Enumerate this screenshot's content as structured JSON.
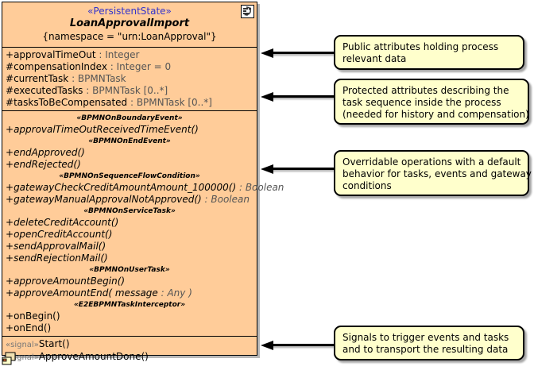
{
  "uml_class": {
    "stereotype": "«PersistentState»",
    "name": "LoanApprovalImport",
    "tagged_value": "{namespace = \"urn:LoanApproval\"}",
    "header_icon": "persistent-state-icon",
    "corner_icon": "component-icon",
    "fill_color": "#FFCC99",
    "border_color": "#000000",
    "attributes": [
      {
        "visibility": "+",
        "name": "approvalTimeOut",
        "type": " : Integer"
      },
      {
        "visibility": "#",
        "name": "compensationIndex",
        "type": " : Integer = 0"
      },
      {
        "visibility": "#",
        "name": "currentTask",
        "type": " : BPMNTask"
      },
      {
        "visibility": "#",
        "name": "executedTasks",
        "type": " : BPMNTask [0..*]"
      },
      {
        "visibility": "#",
        "name": "tasksToBeCompensated",
        "type": " : BPMNTask [0..*]"
      }
    ],
    "operation_groups": [
      {
        "stereotype": "«BPMNOnBoundaryEvent»",
        "operations": [
          {
            "visibility": "+",
            "name": "approvalTimeOutReceivedTimeEvent()",
            "type": "",
            "italic": true
          }
        ]
      },
      {
        "stereotype": "«BPMNOnEndEvent»",
        "operations": [
          {
            "visibility": "+",
            "name": "endApproved()",
            "type": "",
            "italic": true
          },
          {
            "visibility": "+",
            "name": "endRejected()",
            "type": "",
            "italic": true
          }
        ]
      },
      {
        "stereotype": "«BPMNOnSequenceFlowCondition»",
        "operations": [
          {
            "visibility": "+",
            "name": "gatewayCheckCreditAmountAmount_100000()",
            "type": " : Boolean",
            "italic": true
          },
          {
            "visibility": "+",
            "name": "gatewayManualApprovalNotApproved()",
            "type": " : Boolean",
            "italic": true
          }
        ]
      },
      {
        "stereotype": "«BPMNOnServiceTask»",
        "operations": [
          {
            "visibility": "+",
            "name": "deleteCreditAccount()",
            "type": "",
            "italic": true
          },
          {
            "visibility": "+",
            "name": "openCreditAccount()",
            "type": "",
            "italic": true
          },
          {
            "visibility": "+",
            "name": "sendApprovalMail()",
            "type": "",
            "italic": true
          },
          {
            "visibility": "+",
            "name": "sendRejectionMail()",
            "type": "",
            "italic": true
          }
        ]
      },
      {
        "stereotype": "«BPMNOnUserTask»",
        "operations": [
          {
            "visibility": "+",
            "name": "approveAmountBegin()",
            "type": "",
            "italic": true
          },
          {
            "visibility": "+",
            "name": "approveAmountEnd( message",
            "type": " : Any )",
            "italic": true
          }
        ]
      },
      {
        "stereotype": "«E2EBPMNTaskInterceptor»",
        "operations": [
          {
            "visibility": "+",
            "name": "onBegin()",
            "type": "",
            "italic": false
          },
          {
            "visibility": "+",
            "name": "onEnd()",
            "type": "",
            "italic": false
          }
        ]
      }
    ],
    "signals": [
      {
        "stereotype": "«signal»",
        "name": "Start()"
      },
      {
        "stereotype": "«signal»",
        "name": "ApproveAmountDone()"
      }
    ]
  },
  "notes": [
    {
      "id": "note-public-attributes",
      "lines": [
        "Public attributes holding process",
        "relevant data"
      ]
    },
    {
      "id": "note-protected-attributes",
      "lines": [
        "Protected attributes describing the",
        "task sequence inside the process",
        "(needed for history and compensation)"
      ]
    },
    {
      "id": "note-overridable-operations",
      "lines": [
        "Overridable operations with a default",
        "behavior for tasks, events and gateway",
        "conditions"
      ]
    },
    {
      "id": "note-signals",
      "lines": [
        "Signals to trigger events and tasks",
        "and to transport the resulting data"
      ]
    }
  ],
  "note_fill_color": "#FFFFCC"
}
